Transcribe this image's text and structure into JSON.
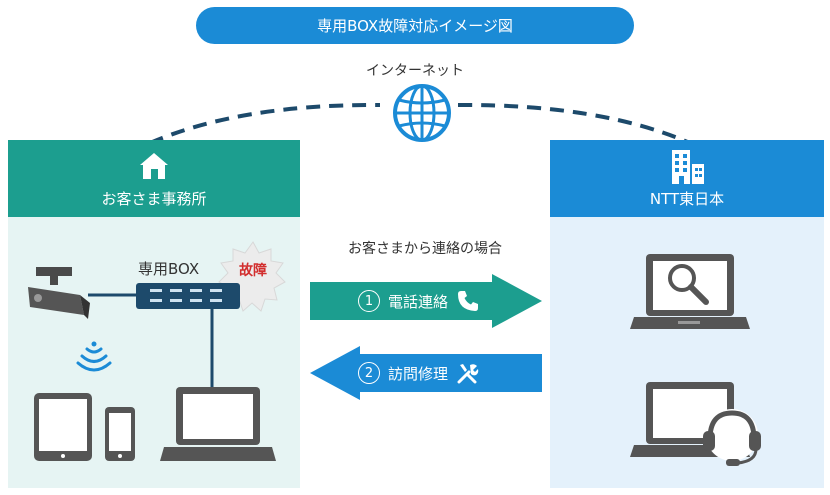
{
  "title": "専用BOX故障対応イメージ図",
  "internet_label": "インターネット",
  "left_panel": {
    "label": "お客さま事務所",
    "box_label": "専用BOX",
    "fault_label": "故障"
  },
  "right_panel": {
    "label": "NTT東日本"
  },
  "flow_caption": "お客さまから連絡の場合",
  "steps": [
    {
      "number": "1",
      "label": "電話連絡",
      "icon": "phone-icon",
      "direction": "right"
    },
    {
      "number": "2",
      "label": "訪問修理",
      "icon": "tools-icon",
      "direction": "left"
    }
  ],
  "colors": {
    "teal": "#1c9e8f",
    "blue": "#1b8bd6",
    "dark_navy": "#1d4a6b",
    "fault_red": "#d22e2e"
  }
}
